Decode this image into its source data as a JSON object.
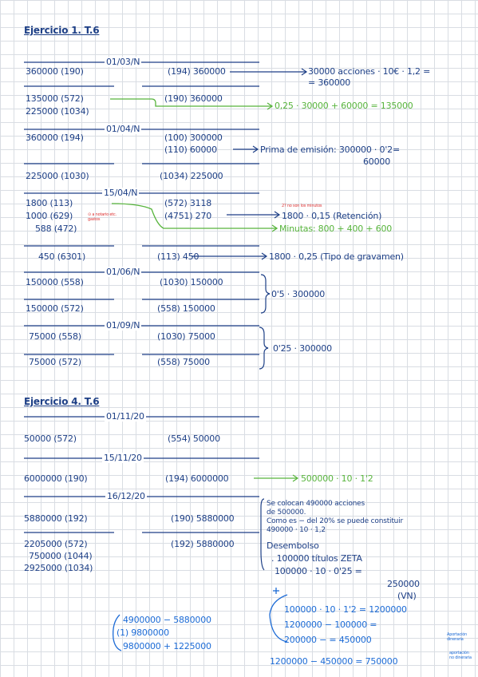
{
  "colors": {
    "ink": "#1d3f86",
    "green": "#57b43c",
    "red": "#d33",
    "blue": "#1c6bd6"
  },
  "ex1": {
    "title": "Ejercicio 1. T.6",
    "d1": "01/03/N",
    "l1a": "360000 (190)",
    "r1a": "(194) 360000",
    "n1a": "30000 acciones · 10€ · 1,2 =",
    "n1b": "= 360000",
    "l1b": "135000 (572)",
    "l1c": "225000 (1034)",
    "r1b": "(190) 360000",
    "n1c": "0,25 · 30000 + 60000 = 135000",
    "d2": "01/04/N",
    "l2a": "360000 (194)",
    "r2a": "(100) 300000",
    "r2b": "(110) 60000",
    "n2a": "Prima de emisión: 300000 · 0'2=",
    "n2b": "60000",
    "l2b": "225000 (1030)",
    "r2c": "(1034) 225000",
    "d3": "15/04/N",
    "l3a": "1800 (113)",
    "l3b": "1000 (629)",
    "l3c": "588 (472)",
    "rednote1": "⊙ a notario etc. gastos",
    "r3a": "(572) 3118",
    "r3b": "(4751) 270",
    "rednote2": "2? no son los minutos",
    "n3a": "1800 · 0,15 (Retención)",
    "n3b": "Minutas: 800 + 400 + 600",
    "l3d": "450 (6301)",
    "r3c": "(113) 450",
    "n3c": "1800 · 0,25 (Tipo de gravamen)",
    "d4": "01/06/N",
    "l4a": "150000 (558)",
    "r4a": "(1030) 150000",
    "n4a": "0'5 · 300000",
    "l4b": "150000 (572)",
    "r4b": "(558) 150000",
    "d5": "01/09/N",
    "l5a": "75000 (558)",
    "r5a": "(1030) 75000",
    "n5a": "0'25 · 300000",
    "l5b": "75000 (572)",
    "r5b": "(558) 75000"
  },
  "ex4": {
    "title": "Ejercicio 4. T.6",
    "d1": "01/11/20",
    "l1a": "50000 (572)",
    "r1a": "(554) 50000",
    "d2": "15/11/20",
    "l2a": "6000000 (190)",
    "r2a": "(194) 6000000",
    "n2a": "500000 · 10 · 1'2",
    "d3": "16/12/20",
    "l3a": "5880000 (192)",
    "r3a": "(190) 5880000",
    "n3a": "Se colocan 490000 acciones",
    "n3b": "de 500000.",
    "n3c": "Como es − del 20% se puede constituir",
    "n3d": "490000 · 10 · 1,2",
    "l3b": "2205000 (572)",
    "l3c": "750000 (1044)",
    "l3d": "2925000 (1034)",
    "r3b": "(192) 5880000",
    "n3e": "Desembolso",
    "n3f": ". 100000 títulos ZETA",
    "n3g": "100000 · 10 · 0'25 =",
    "n3h": "250000",
    "n3i": "(VN)",
    "n3j": "100000 · 10 · 1'2 = 1200000",
    "n3k": "1200000 − 100000 =",
    "n3l": "200000 − = 450000",
    "n3m": "Aportación dineraria",
    "n3n": "1200000 − 450000 = 750000",
    "n3o": "aportación no dineraria",
    "b1": "4900000 − 5880000",
    "b2": "(1) 9800000",
    "b3": "9800000 + 1225000"
  }
}
